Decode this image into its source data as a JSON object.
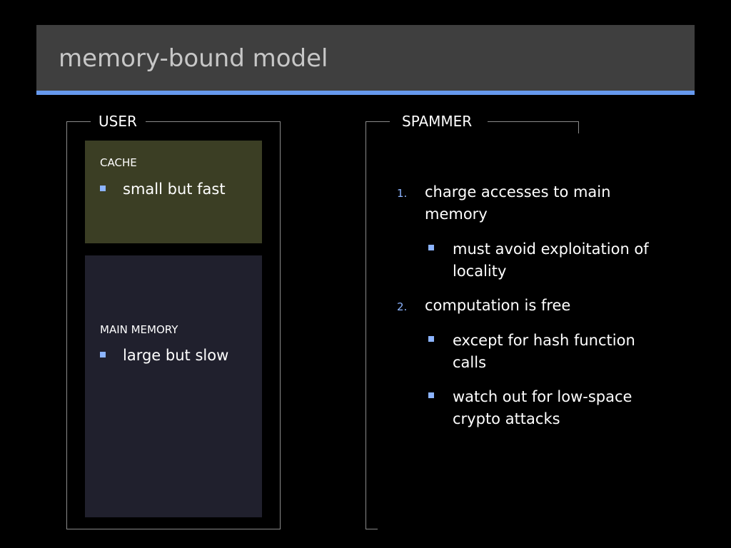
{
  "title": "memory-bound model",
  "colors": {
    "background": "#000000",
    "title_bar": "#3f3f3f",
    "title_text": "#c7c7c7",
    "accent": "#6699ee",
    "bullet": "#8cb4ff",
    "cache_box": "#3b3e24",
    "main_memory_box": "#20202d",
    "frame": "#8a8a8a"
  },
  "user": {
    "heading": "USER",
    "cache": {
      "label": "CACHE",
      "bullet": "small but fast"
    },
    "main_memory": {
      "label": "MAIN MEMORY",
      "bullet": "large but slow"
    }
  },
  "spammer": {
    "heading": "SPAMMER",
    "items": [
      {
        "number": "1.",
        "text": "charge accesses to main memory",
        "subitems": [
          "must avoid exploitation of locality"
        ]
      },
      {
        "number": "2.",
        "text": "computation is free",
        "subitems": [
          "except for hash function calls",
          "watch out for low-space crypto attacks"
        ]
      }
    ]
  },
  "icons": {
    "bullet": "square-bullet-icon"
  }
}
